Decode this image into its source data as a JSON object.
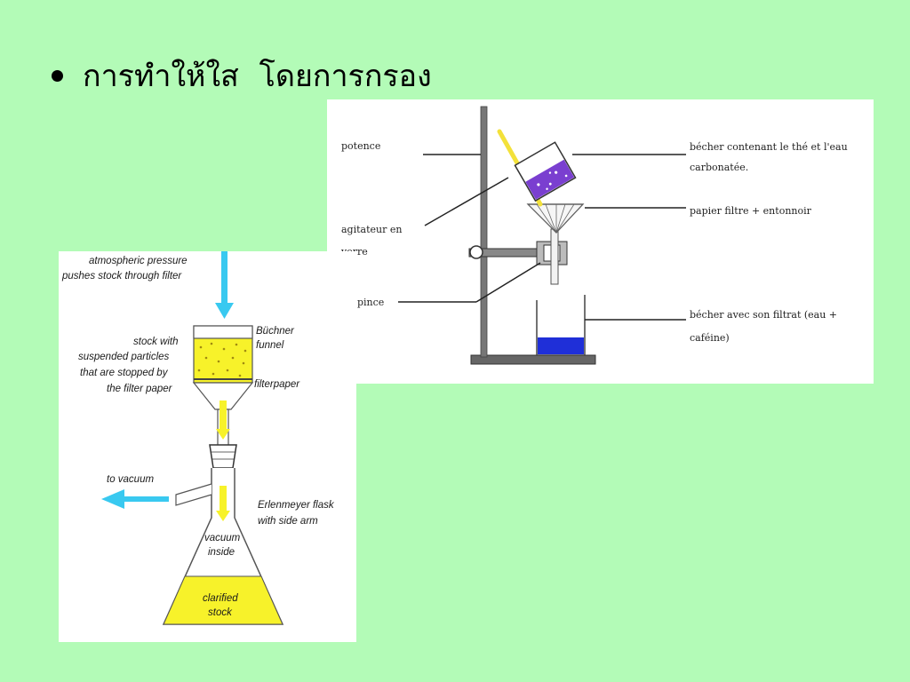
{
  "slide": {
    "bullet_text": "การทำให้ใส  โดยการกรอง"
  },
  "filtration_diagram": {
    "labels": {
      "potence": "potence",
      "agitateur_line1": "agitateur en",
      "agitateur_line2": "verre",
      "pince": "pince",
      "becher_the_line1": "bécher contenant le thé et l'eau",
      "becher_the_line2": "carbonatée.",
      "papier_filtre": "papier filtre + entonnoir",
      "becher_filtrat_line1": "bécher avec son filtrat (eau +",
      "becher_filtrat_line2": "caféine)"
    }
  },
  "vacuum_diagram": {
    "labels": {
      "atmospheric_line1": "atmospheric pressure",
      "atmospheric_line2": "pushes stock through filter",
      "buchner_line1": "Büchner",
      "buchner_line2": "funnel",
      "stock_line1": "stock with",
      "stock_line2": "suspended particles",
      "stock_line3": "that are stopped by",
      "stock_line4": "the filter paper",
      "filterpaper": "filterpaper",
      "to_vacuum": "to vacuum",
      "erlenmeyer_line1": "Erlenmeyer flask",
      "erlenmeyer_line2": "with side arm",
      "vacuum_inside_line1": "vacuum",
      "vacuum_inside_line2": "inside",
      "clarified_line1": "clarified",
      "clarified_line2": "stock"
    }
  },
  "colors": {
    "background": "#b3fbb7",
    "tea_liquid": "#7a3fd0",
    "filtrate_blue": "#1f2fd8",
    "stock_yellow": "#f7f22a",
    "arrow_cyan": "#39c9f0"
  }
}
